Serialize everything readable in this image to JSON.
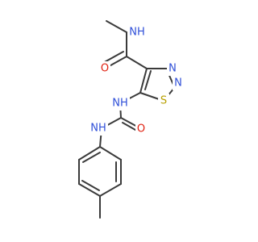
{
  "colors": {
    "bond": "#3a3a3a",
    "carbon": "#3a3a3a",
    "nitrogen": "#2f4fd8",
    "oxygen": "#e02010",
    "sulfur": "#b8a000",
    "background": "#ffffff"
  },
  "atoms": [
    {
      "id": "n_amide",
      "label": "NH",
      "element": "N"
    },
    {
      "id": "o_amide",
      "label": "O",
      "element": "O"
    },
    {
      "id": "n_ring3",
      "label": "N",
      "element": "N"
    },
    {
      "id": "n_ring2",
      "label": "N",
      "element": "N"
    },
    {
      "id": "s_ring",
      "label": "S",
      "element": "S"
    },
    {
      "id": "n_urea1",
      "label": "NH",
      "element": "N"
    },
    {
      "id": "o_urea",
      "label": "O",
      "element": "O"
    },
    {
      "id": "n_urea2",
      "label": "NH",
      "element": "N"
    }
  ]
}
